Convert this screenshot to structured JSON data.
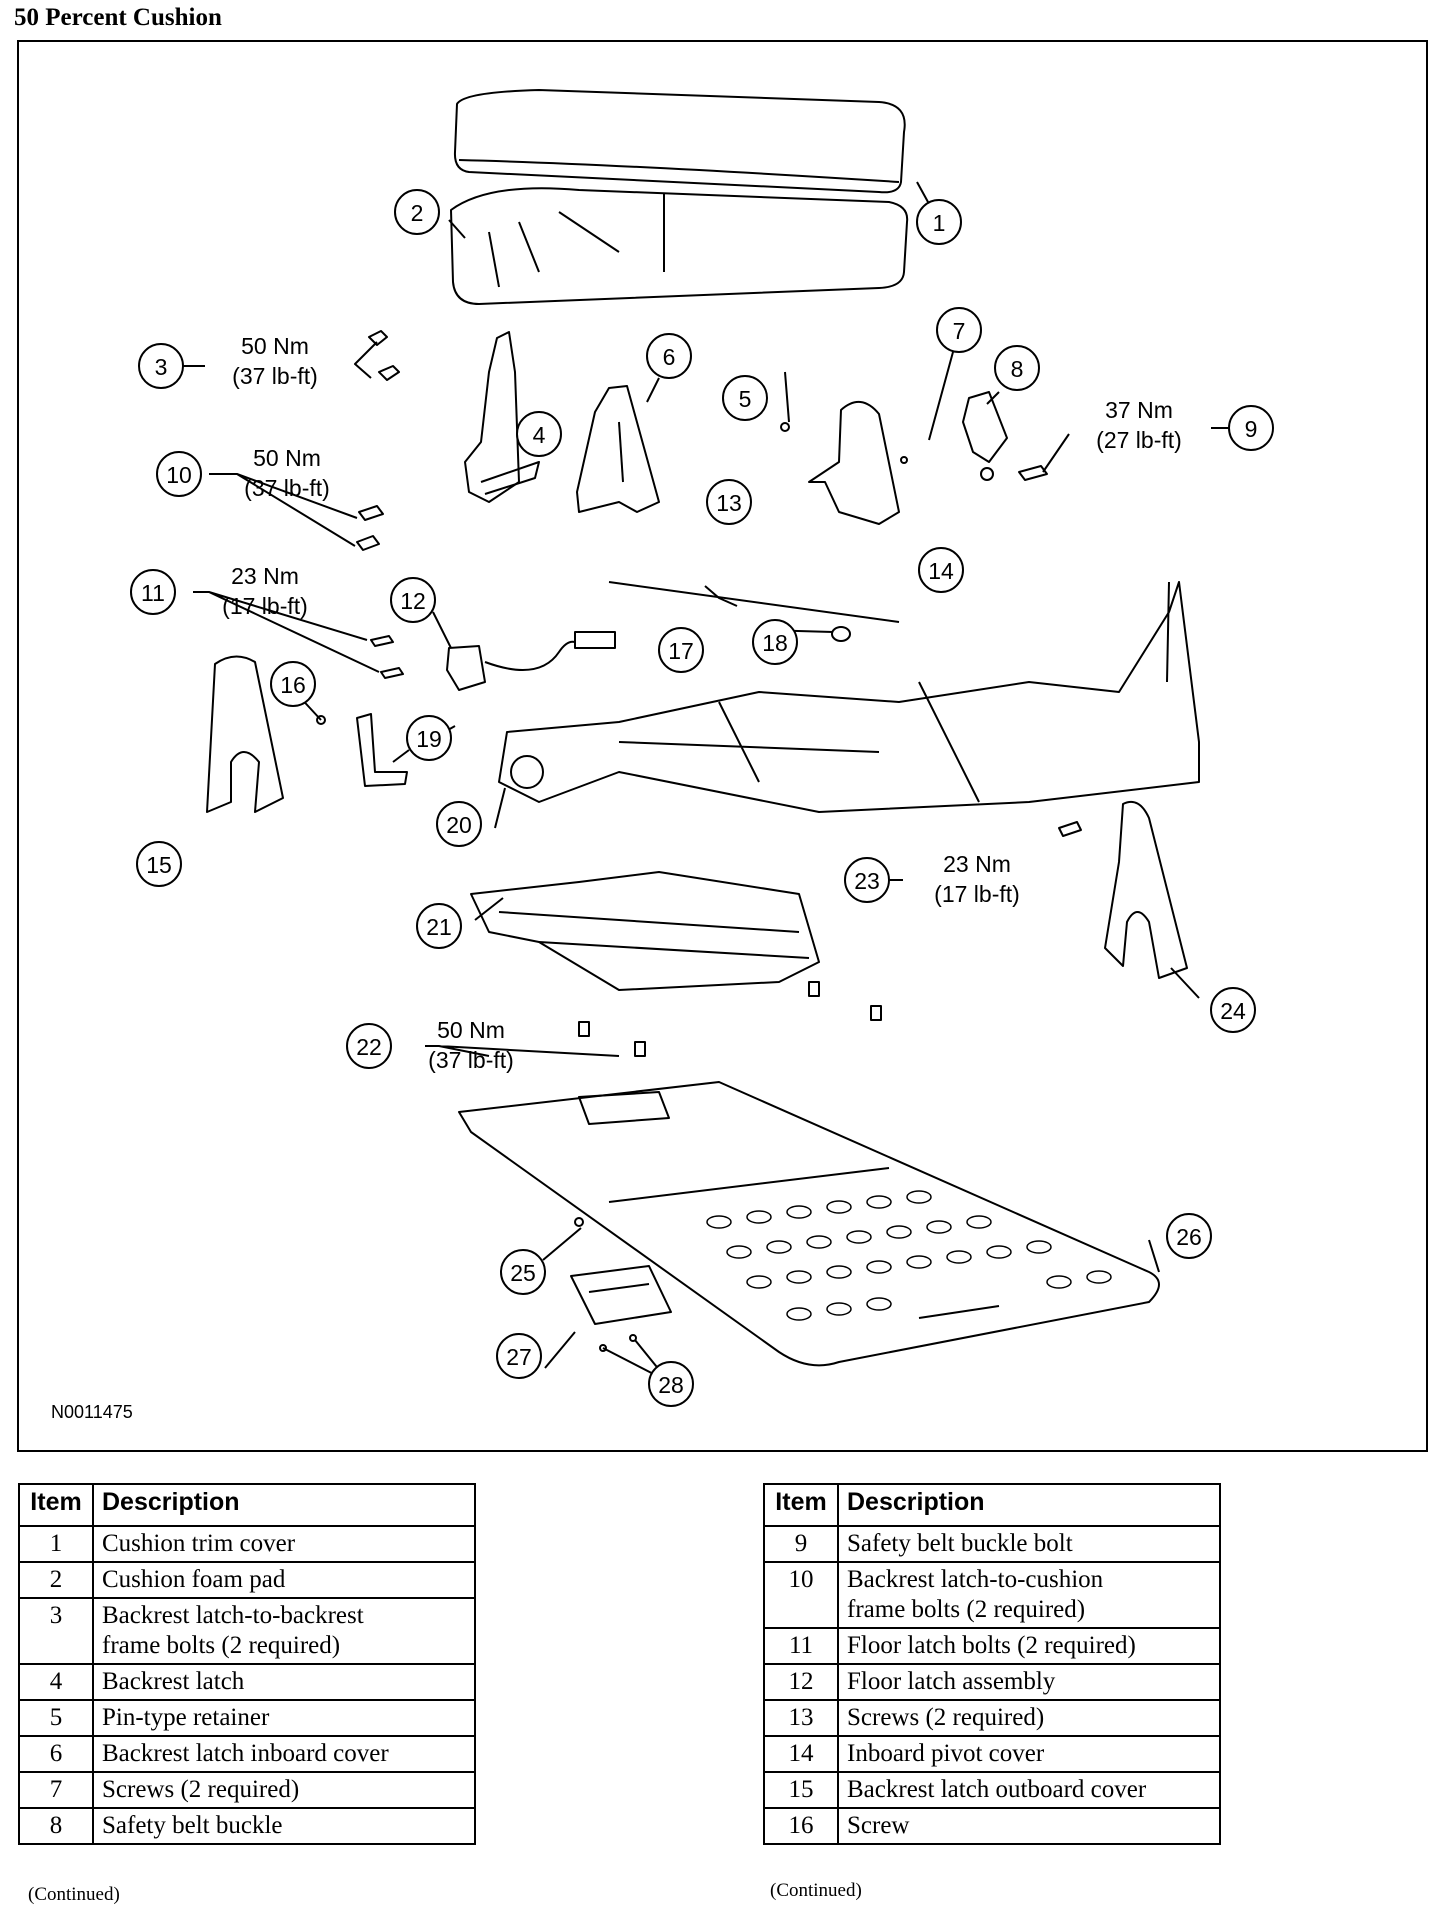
{
  "title": "50 Percent Cushion",
  "figure": {
    "id": "N0011475",
    "callouts": [
      "1",
      "2",
      "3",
      "4",
      "5",
      "6",
      "7",
      "8",
      "9",
      "10",
      "11",
      "12",
      "13",
      "14",
      "15",
      "16",
      "17",
      "18",
      "19",
      "20",
      "21",
      "22",
      "23",
      "24",
      "25",
      "26",
      "27",
      "28"
    ],
    "torque_specs": {
      "t3": {
        "nm": "50 Nm",
        "lbft": "(37 lb-ft)"
      },
      "t9": {
        "nm": "37 Nm",
        "lbft": "(27 lb-ft)"
      },
      "t10": {
        "nm": "50 Nm",
        "lbft": "(37 lb-ft)"
      },
      "t11": {
        "nm": "23 Nm",
        "lbft": "(17 lb-ft)"
      },
      "t23": {
        "nm": "23 Nm",
        "lbft": "(17 lb-ft)"
      },
      "t22": {
        "nm": "50 Nm",
        "lbft": "(37 lb-ft)"
      }
    }
  },
  "tables": {
    "header_item": "Item",
    "header_description": "Description",
    "left": [
      {
        "item": "1",
        "desc": [
          "Cushion trim cover"
        ]
      },
      {
        "item": "2",
        "desc": [
          "Cushion foam pad"
        ]
      },
      {
        "item": "3",
        "desc": [
          "Backrest latch-to-backrest",
          "frame bolts (2 required)"
        ]
      },
      {
        "item": "4",
        "desc": [
          "Backrest latch"
        ]
      },
      {
        "item": "5",
        "desc": [
          "Pin-type retainer"
        ]
      },
      {
        "item": "6",
        "desc": [
          "Backrest latch inboard cover"
        ]
      },
      {
        "item": "7",
        "desc": [
          "Screws (2 required)"
        ]
      },
      {
        "item": "8",
        "desc": [
          "Safety belt buckle"
        ]
      }
    ],
    "right": [
      {
        "item": "9",
        "desc": [
          "Safety belt buckle bolt"
        ]
      },
      {
        "item": "10",
        "desc": [
          "Backrest latch-to-cushion",
          "frame bolts (2 required)"
        ]
      },
      {
        "item": "11",
        "desc": [
          "Floor latch bolts (2 required)"
        ]
      },
      {
        "item": "12",
        "desc": [
          "Floor latch assembly"
        ]
      },
      {
        "item": "13",
        "desc": [
          "Screws (2 required)"
        ]
      },
      {
        "item": "14",
        "desc": [
          "Inboard pivot cover"
        ]
      },
      {
        "item": "15",
        "desc": [
          "Backrest latch outboard cover"
        ]
      },
      {
        "item": "16",
        "desc": [
          "Screw"
        ]
      }
    ],
    "continued": "(Continued)"
  }
}
